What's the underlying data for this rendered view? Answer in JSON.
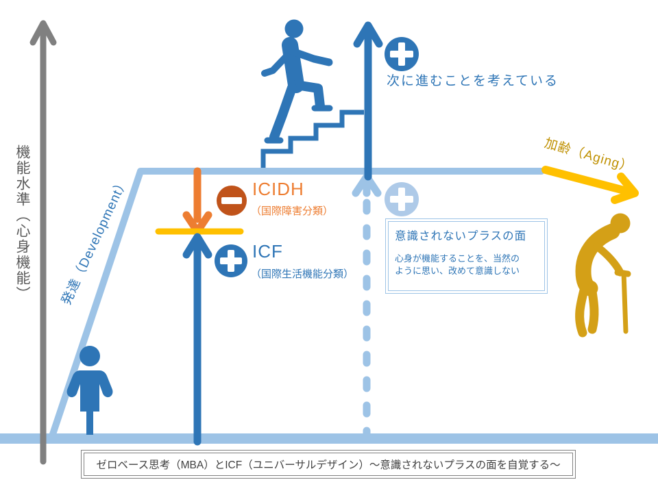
{
  "slide": {
    "y_axis_label": "機能水準（心身機能）",
    "development_label": "発達（Development）",
    "aging_label": "加齢（Aging）",
    "next_step_note": "次に進むことを考えている",
    "icidh": {
      "title": "ICIDH",
      "subtitle": "（国際障害分類）"
    },
    "icf": {
      "title": "ICF",
      "subtitle": "（国際生活機能分類）"
    },
    "hidden_plus_box": {
      "title": "意識されないプラスの面",
      "body_line1": "心身が機能することを、当然の",
      "body_line2": "ように思い、改めて意識しない"
    },
    "caption": "ゼロベース思考（MBA）とICF（ユニバーサルデザイン）～意識されないプラスの面を自覚する～"
  },
  "icons": {
    "plus_circle": "plus sign in filled circle",
    "minus_circle": "minus sign in filled circle",
    "faint_plus_circle": "pale plus sign in filled circle (unnoticed plus)",
    "child": "standing child pictogram",
    "stair_climber": "person climbing stairs pictogram",
    "elderly": "bent elderly person with cane pictogram",
    "up_arrow": "upward arrow",
    "down_arrow": "downward arrow",
    "aging_arrow": "down-right arrow",
    "axis_arrow": "vertical axis arrow"
  },
  "colors": {
    "light_blue": "#9DC3E6",
    "dark_blue": "#2E75B6",
    "orange": "#ED7D31",
    "rust": "#C0531A",
    "yellow": "#FFC000",
    "dark_gold_text": "#BF9000",
    "elder_gold": "#D4A017",
    "axis_gray": "#808080",
    "label_gray": "#595959"
  }
}
